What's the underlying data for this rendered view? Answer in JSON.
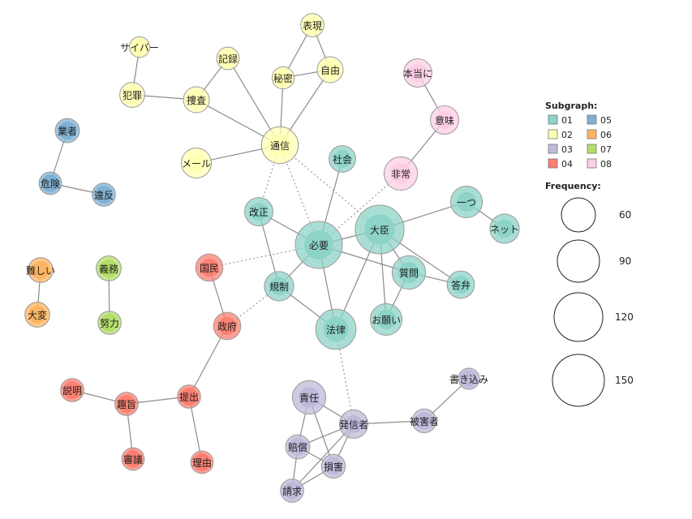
{
  "legend": {
    "subgraph_title": "Subgraph:",
    "frequency_title": "Frequency:",
    "groups": [
      {
        "id": "01",
        "color": "#8dd3c7"
      },
      {
        "id": "02",
        "color": "#ffffb3"
      },
      {
        "id": "03",
        "color": "#bebada"
      },
      {
        "id": "04",
        "color": "#fb8072"
      },
      {
        "id": "05",
        "color": "#80b1d3"
      },
      {
        "id": "06",
        "color": "#fdb462"
      },
      {
        "id": "07",
        "color": "#b3de69"
      },
      {
        "id": "08",
        "color": "#fccde5"
      }
    ],
    "frequencies": [
      "60",
      "90",
      "120",
      "150"
    ]
  },
  "nodes": [
    {
      "label": "サイバー",
      "group": "02",
      "freq": 22
    },
    {
      "label": "犯罪",
      "group": "02",
      "freq": 35
    },
    {
      "label": "捜査",
      "group": "02",
      "freq": 38
    },
    {
      "label": "記録",
      "group": "02",
      "freq": 28
    },
    {
      "label": "表現",
      "group": "02",
      "freq": 30
    },
    {
      "label": "秘密",
      "group": "02",
      "freq": 27
    },
    {
      "label": "自由",
      "group": "02",
      "freq": 38
    },
    {
      "label": "通信",
      "group": "02",
      "freq": 70
    },
    {
      "label": "メール",
      "group": "02",
      "freq": 50
    },
    {
      "label": "業者",
      "group": "05",
      "freq": 33
    },
    {
      "label": "危険",
      "group": "05",
      "freq": 28
    },
    {
      "label": "違反",
      "group": "05",
      "freq": 30
    },
    {
      "label": "難しい",
      "group": "06",
      "freq": 35
    },
    {
      "label": "大変",
      "group": "06",
      "freq": 35
    },
    {
      "label": "義務",
      "group": "07",
      "freq": 35
    },
    {
      "label": "努力",
      "group": "07",
      "freq": 30
    },
    {
      "label": "本当に",
      "group": "08",
      "freq": 45
    },
    {
      "label": "意味",
      "group": "08",
      "freq": 45
    },
    {
      "label": "非常",
      "group": "08",
      "freq": 60
    },
    {
      "label": "社会",
      "group": "01",
      "freq": 40
    },
    {
      "label": "改正",
      "group": "01",
      "freq": 45
    },
    {
      "label": "必要",
      "group": "01",
      "freq": 100
    },
    {
      "label": "大臣",
      "group": "01",
      "freq": 105
    },
    {
      "label": "一つ",
      "group": "01",
      "freq": 55
    },
    {
      "label": "ネット",
      "group": "01",
      "freq": 48
    },
    {
      "label": "規制",
      "group": "01",
      "freq": 48
    },
    {
      "label": "質問",
      "group": "01",
      "freq": 60
    },
    {
      "label": "答弁",
      "group": "01",
      "freq": 42
    },
    {
      "label": "お願い",
      "group": "01",
      "freq": 55
    },
    {
      "label": "法律",
      "group": "01",
      "freq": 80
    },
    {
      "label": "国民",
      "group": "04",
      "freq": 42
    },
    {
      "label": "政府",
      "group": "04",
      "freq": 42
    },
    {
      "label": "説明",
      "group": "04",
      "freq": 30
    },
    {
      "label": "趣旨",
      "group": "04",
      "freq": 30
    },
    {
      "label": "提出",
      "group": "04",
      "freq": 30
    },
    {
      "label": "審議",
      "group": "04",
      "freq": 28
    },
    {
      "label": "理由",
      "group": "04",
      "freq": 28
    },
    {
      "label": "責任",
      "group": "03",
      "freq": 60
    },
    {
      "label": "発信者",
      "group": "03",
      "freq": 45
    },
    {
      "label": "被害者",
      "group": "03",
      "freq": 32
    },
    {
      "label": "書き込み",
      "group": "03",
      "freq": 24
    },
    {
      "label": "賠償",
      "group": "03",
      "freq": 33
    },
    {
      "label": "損害",
      "group": "03",
      "freq": 32
    },
    {
      "label": "請求",
      "group": "03",
      "freq": 30
    }
  ],
  "edges": [
    {
      "from": "サイバー",
      "to": "犯罪",
      "style": "solid"
    },
    {
      "from": "犯罪",
      "to": "捜査",
      "style": "solid"
    },
    {
      "from": "捜査",
      "to": "記録",
      "style": "solid"
    },
    {
      "from": "捜査",
      "to": "通信",
      "style": "solid"
    },
    {
      "from": "記録",
      "to": "通信",
      "style": "solid"
    },
    {
      "from": "表現",
      "to": "秘密",
      "style": "solid"
    },
    {
      "from": "表現",
      "to": "自由",
      "style": "solid"
    },
    {
      "from": "秘密",
      "to": "自由",
      "style": "solid"
    },
    {
      "from": "秘密",
      "to": "通信",
      "style": "solid"
    },
    {
      "from": "自由",
      "to": "通信",
      "style": "solid"
    },
    {
      "from": "メール",
      "to": "通信",
      "style": "solid"
    },
    {
      "from": "業者",
      "to": "危険",
      "style": "solid"
    },
    {
      "from": "危険",
      "to": "違反",
      "style": "solid"
    },
    {
      "from": "難しい",
      "to": "大変",
      "style": "solid"
    },
    {
      "from": "義務",
      "to": "努力",
      "style": "solid"
    },
    {
      "from": "本当に",
      "to": "意味",
      "style": "solid"
    },
    {
      "from": "意味",
      "to": "非常",
      "style": "solid"
    },
    {
      "from": "社会",
      "to": "必要",
      "style": "solid"
    },
    {
      "from": "改正",
      "to": "必要",
      "style": "solid"
    },
    {
      "from": "改正",
      "to": "規制",
      "style": "solid"
    },
    {
      "from": "必要",
      "to": "大臣",
      "style": "solid"
    },
    {
      "from": "必要",
      "to": "質問",
      "style": "solid"
    },
    {
      "from": "必要",
      "to": "規制",
      "style": "solid"
    },
    {
      "from": "必要",
      "to": "法律",
      "style": "solid"
    },
    {
      "from": "大臣",
      "to": "一つ",
      "style": "solid"
    },
    {
      "from": "大臣",
      "to": "質問",
      "style": "solid"
    },
    {
      "from": "大臣",
      "to": "答弁",
      "style": "solid"
    },
    {
      "from": "大臣",
      "to": "法律",
      "style": "solid"
    },
    {
      "from": "大臣",
      "to": "お願い",
      "style": "solid"
    },
    {
      "from": "一つ",
      "to": "ネット",
      "style": "solid"
    },
    {
      "from": "質問",
      "to": "答弁",
      "style": "solid"
    },
    {
      "from": "質問",
      "to": "お願い",
      "style": "solid"
    },
    {
      "from": "規制",
      "to": "法律",
      "style": "solid"
    },
    {
      "from": "国民",
      "to": "政府",
      "style": "solid"
    },
    {
      "from": "政府",
      "to": "提出",
      "style": "solid"
    },
    {
      "from": "説明",
      "to": "趣旨",
      "style": "solid"
    },
    {
      "from": "趣旨",
      "to": "提出",
      "style": "solid"
    },
    {
      "from": "趣旨",
      "to": "審議",
      "style": "solid"
    },
    {
      "from": "提出",
      "to": "理由",
      "style": "solid"
    },
    {
      "from": "責任",
      "to": "発信者",
      "style": "solid"
    },
    {
      "from": "責任",
      "to": "賠償",
      "style": "solid"
    },
    {
      "from": "責任",
      "to": "損害",
      "style": "solid"
    },
    {
      "from": "発信者",
      "to": "被害者",
      "style": "solid"
    },
    {
      "from": "発信者",
      "to": "賠償",
      "style": "solid"
    },
    {
      "from": "発信者",
      "to": "損害",
      "style": "solid"
    },
    {
      "from": "発信者",
      "to": "請求",
      "style": "solid"
    },
    {
      "from": "被害者",
      "to": "書き込み",
      "style": "solid"
    },
    {
      "from": "賠償",
      "to": "損害",
      "style": "solid"
    },
    {
      "from": "賠償",
      "to": "請求",
      "style": "solid"
    },
    {
      "from": "損害",
      "to": "請求",
      "style": "solid"
    },
    {
      "from": "通信",
      "to": "必要",
      "style": "dotted"
    },
    {
      "from": "通信",
      "to": "改正",
      "style": "dotted"
    },
    {
      "from": "通信",
      "to": "大臣",
      "style": "dotted"
    },
    {
      "from": "非常",
      "to": "必要",
      "style": "dotted"
    },
    {
      "from": "国民",
      "to": "必要",
      "style": "dotted"
    },
    {
      "from": "政府",
      "to": "規制",
      "style": "dotted"
    },
    {
      "from": "法律",
      "to": "発信者",
      "style": "dotted"
    }
  ]
}
